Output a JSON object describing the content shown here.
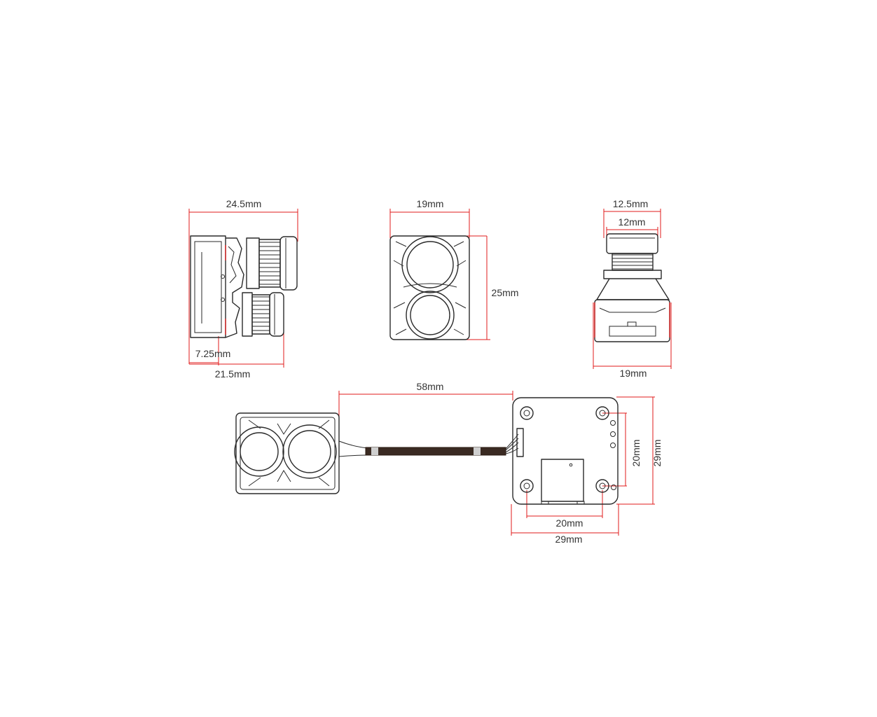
{
  "dimensions": {
    "side_depth": "24.5mm",
    "side_offset": "7.25mm",
    "side_base": "21.5mm",
    "front_width": "19mm",
    "front_height": "25mm",
    "top_lens_outer": "12.5mm",
    "top_lens_inner": "12mm",
    "top_body_width": "19mm",
    "cable_length": "58mm",
    "board_hole_spacing_v": "20mm",
    "board_height": "29mm",
    "board_hole_spacing_h": "20mm",
    "board_width": "29mm"
  },
  "colors": {
    "dimension_line": "#e21b1b",
    "outline": "#2a2a2a",
    "cable": "#3a2a22"
  }
}
